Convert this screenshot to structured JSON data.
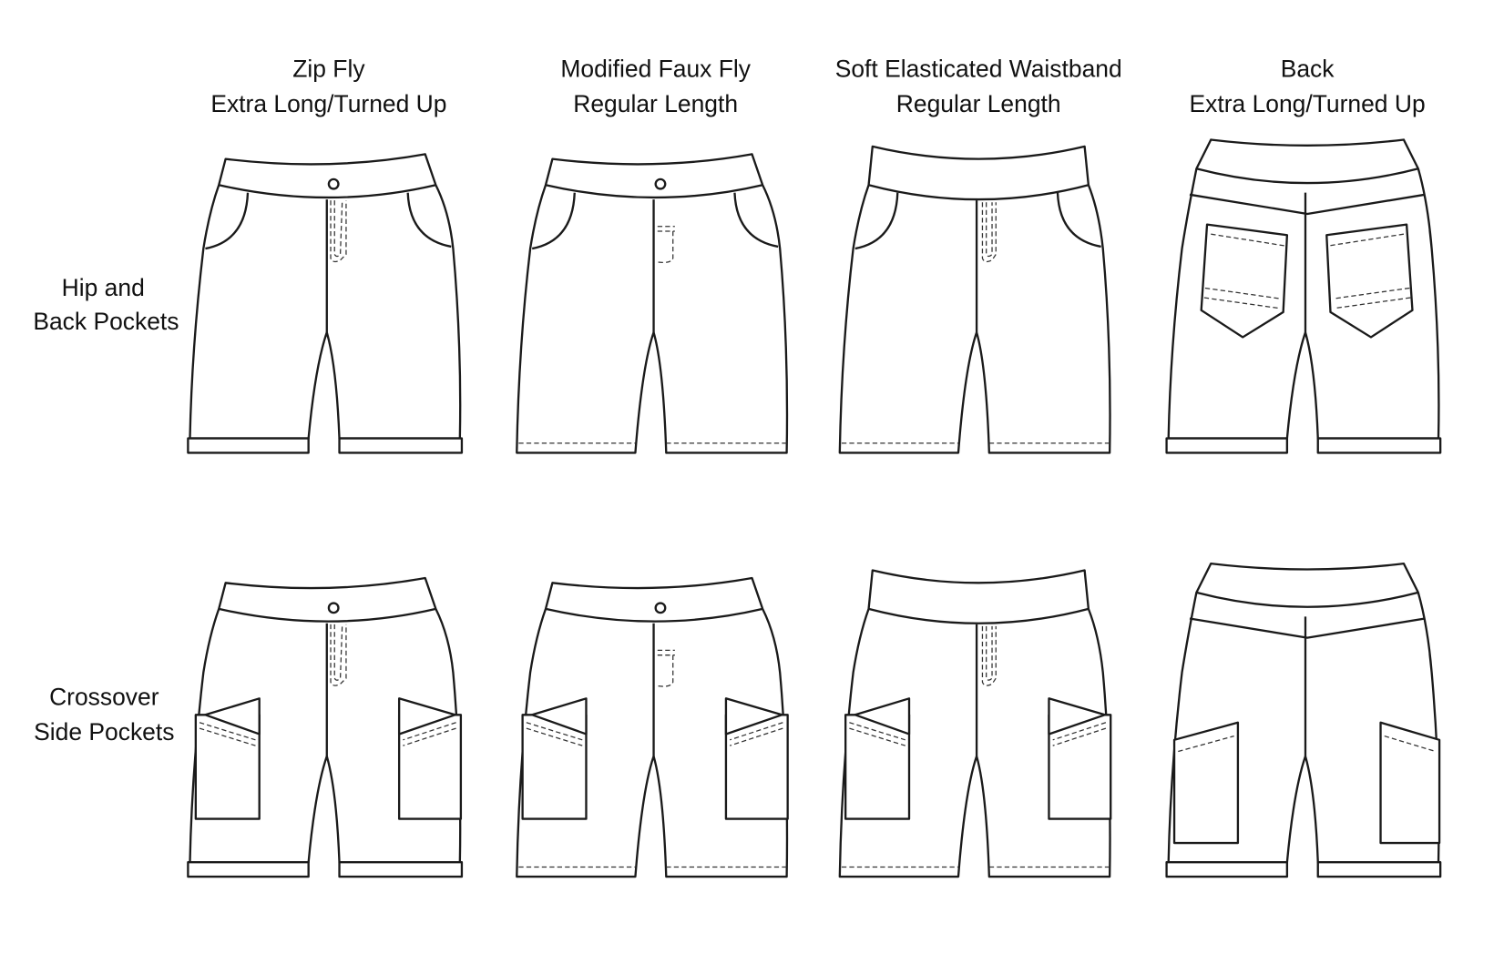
{
  "columns": [
    {
      "line1": "Zip Fly",
      "line2": "Extra Long/Turned Up"
    },
    {
      "line1": "Modified Faux Fly",
      "line2": "Regular Length"
    },
    {
      "line1": "Soft Elasticated Waistband",
      "line2": "Regular Length"
    },
    {
      "line1": "Back",
      "line2": "Extra Long/Turned Up"
    }
  ],
  "rows": [
    {
      "line1": "Hip and",
      "line2": "Back Pockets"
    },
    {
      "line1": "Crossover",
      "line2": "Side Pockets"
    }
  ]
}
